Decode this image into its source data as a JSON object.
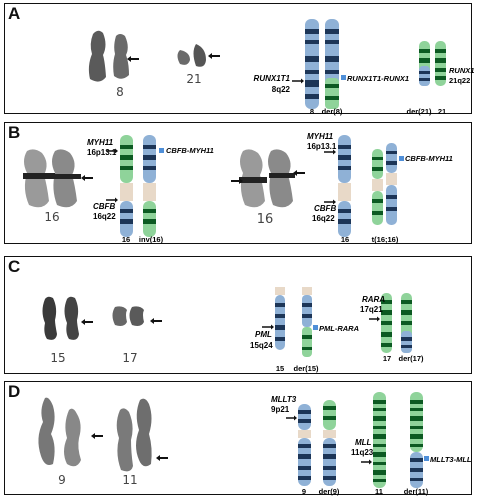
{
  "panels": [
    {
      "id": "A",
      "label": "A",
      "karyotype_numbers": [
        "8",
        "21"
      ],
      "gene_labels": [
        {
          "gene": "RUNX1T1",
          "band": "8q22"
        },
        {
          "gene": "RUNX1",
          "band": "21q22"
        }
      ],
      "fusion": "RUNX1T1-RUNX1",
      "ideogram_labels": [
        "8",
        "der(8)",
        "der(21)",
        "21"
      ]
    },
    {
      "id": "B",
      "label": "B",
      "karyotype_numbers": [
        "16",
        "16"
      ],
      "gene_labels": [
        {
          "gene": "MYH11",
          "band": "16p13.1"
        },
        {
          "gene": "CBFB",
          "band": "16q22"
        },
        {
          "gene": "MYH11",
          "band": "16p13.1"
        },
        {
          "gene": "CBFB",
          "band": "16q22"
        }
      ],
      "fusions": [
        "CBFB-MYH11",
        "CBFB-MYH11"
      ],
      "ideogram_labels": [
        "16",
        "inv(16)",
        "16",
        "t(16;16)"
      ]
    },
    {
      "id": "C",
      "label": "C",
      "karyotype_numbers": [
        "15",
        "17"
      ],
      "gene_labels": [
        {
          "gene": "PML",
          "band": "15q24"
        },
        {
          "gene": "RARA",
          "band": "17q21"
        }
      ],
      "fusion": "PML-RARA",
      "ideogram_labels": [
        "15",
        "der(15)",
        "17",
        "der(17)"
      ]
    },
    {
      "id": "D",
      "label": "D",
      "karyotype_numbers": [
        "9",
        "11"
      ],
      "gene_labels": [
        {
          "gene": "MLLT3",
          "band": "9p21"
        },
        {
          "gene": "MLL",
          "band": "11q23"
        }
      ],
      "fusion": "MLLT3-MLL",
      "ideogram_labels": [
        "9",
        "der(9)",
        "11",
        "der(11)"
      ]
    }
  ],
  "colors": {
    "blue_chrom": "#8fb1d6",
    "blue_band": "#1c3557",
    "green_chrom": "#8fd39a",
    "green_band": "#0c5a22",
    "fusion_marker": "#4f8fd8",
    "centromere": "#e8d9c8"
  }
}
